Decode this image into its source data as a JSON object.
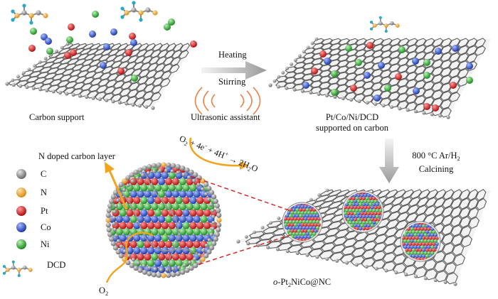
{
  "labels": {
    "carbon_support": "Carbon support",
    "heating": "Heating",
    "stirring": "Stirring",
    "ultrasonic": "Ultrasonic assistant",
    "supported_line1": "Pt/Co/Ni/DCD",
    "supported_line2": "supported on carbon",
    "calcining_line1": "800 °C Ar/H",
    "calcining_sub": "2",
    "calcining_line2": "Calcining",
    "n_doped_layer": "N doped carbon layer",
    "product_prefix": "o",
    "product_main": "-Pt",
    "product_sub": "2",
    "product_rest": "NiCo@NC",
    "o2_sym": "O",
    "o2_sub": "2"
  },
  "reaction": {
    "o2": "O",
    "o2_sub": "2",
    "plus_e": " + 4e",
    "e_sup": "-",
    "plus_h": " + 4H",
    "h_sup": "+",
    "arrow": " → 2H",
    "h2o_sub": "2",
    "h2o_o": "O"
  },
  "legend": [
    {
      "symbol": "C",
      "color": "#8f8f8f"
    },
    {
      "symbol": "N",
      "color": "#f0a93a"
    },
    {
      "symbol": "Pt",
      "color": "#d91f1f"
    },
    {
      "symbol": "Co",
      "color": "#2f55d4"
    },
    {
      "symbol": "Ni",
      "color": "#35b535"
    },
    {
      "symbol": "DCD",
      "color": "#2aa8c8"
    }
  ],
  "colors": {
    "carbon": "#8f8f8f",
    "nitrogen": "#f0a93a",
    "platinum": "#d91f1f",
    "cobalt": "#2f55d4",
    "nickel": "#35b535",
    "dcd_ring": "#2aa8c8",
    "dashed_line": "#d81e1e",
    "o2_path": "#f2a51c",
    "ultrasonic_waves": "#e8834a"
  }
}
